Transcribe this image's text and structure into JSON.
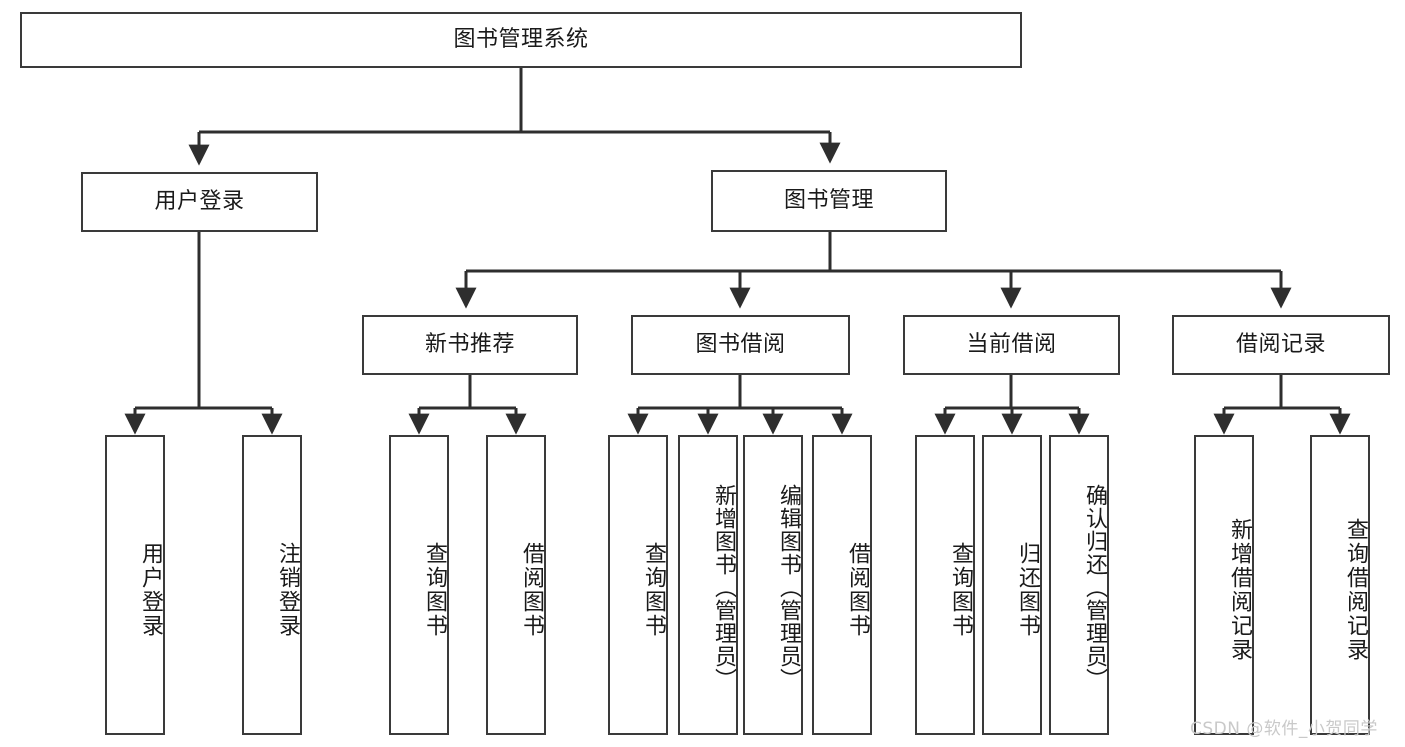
{
  "diagram": {
    "title": "图书管理系统",
    "watermark": "CSDN @软件_小贺同学",
    "colors": {
      "background": "#ffffff",
      "box_border": "#3a3a3a",
      "box_fill": "#ffffff",
      "edge": "#2e2e2e",
      "text": "#1a1a1a",
      "watermark": "#c9c9c9"
    },
    "root": {
      "label": "图书管理系统"
    },
    "level2": [
      {
        "label": "用户登录"
      },
      {
        "label": "图书管理"
      }
    ],
    "level3": [
      {
        "label": "新书推荐"
      },
      {
        "label": "图书借阅"
      },
      {
        "label": "当前借阅"
      },
      {
        "label": "借阅记录"
      }
    ],
    "leaves": {
      "user_login": [
        {
          "label": "用户登录"
        },
        {
          "label": "注销登录"
        }
      ],
      "new_book_recommend": [
        {
          "label": "查询图书"
        },
        {
          "label": "借阅图书"
        }
      ],
      "book_borrow": [
        {
          "label": "查询图书"
        },
        {
          "label": "新增图书（管理员）"
        },
        {
          "label": "编辑图书（管理员）"
        },
        {
          "label": "借阅图书"
        }
      ],
      "current_borrow": [
        {
          "label": "查询图书"
        },
        {
          "label": "归还图书"
        },
        {
          "label": "确认归还（管理员）"
        }
      ],
      "borrow_record": [
        {
          "label": "新增借阅记录"
        },
        {
          "label": "查询借阅记录"
        }
      ]
    }
  }
}
